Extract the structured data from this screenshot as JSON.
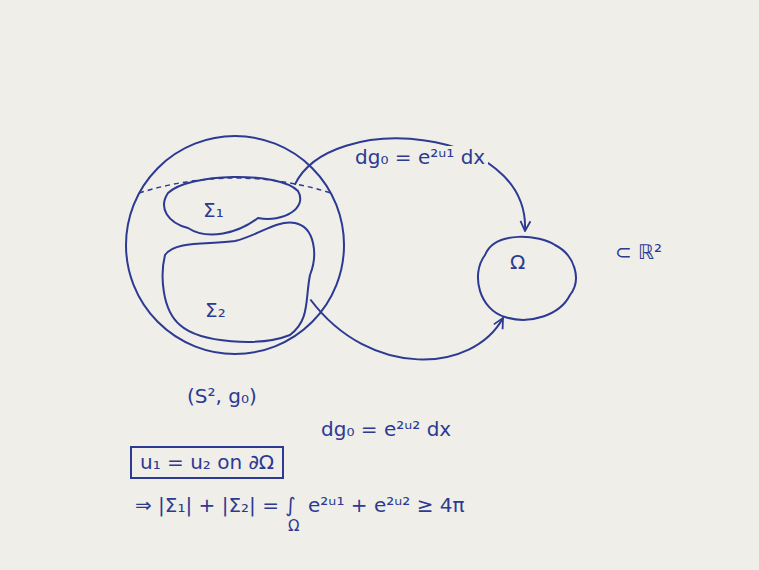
{
  "diagram": {
    "nodes": [
      {
        "text": [
          "(S², g₀)"
        ]
      },
      {
        "text": [
          "Σ₁"
        ],
        "in": 0
      },
      {
        "text": [
          "Σ₂"
        ],
        "in": 0
      },
      {
        "text": [
          "Ω"
        ]
      },
      {
        "text": [
          "u₁ = u₂ on ∂Ω"
        ]
      }
    ],
    "edges": [
      {
        "from": 1,
        "to": 3,
        "label": "dg₀ = e²ᵘ¹ dx",
        "arrow": "to"
      },
      {
        "from": 2,
        "to": 3,
        "label": "dg₀ = e²ᵘ² dx",
        "arrow": "to"
      }
    ],
    "labels": [
      "⊂ ℝ²",
      "⇒ |Σ₁| + |Σ₂| = ∫",
      "Ω",
      "e²ᵘ¹ + e²ᵘ² ≥ 4π"
    ]
  }
}
